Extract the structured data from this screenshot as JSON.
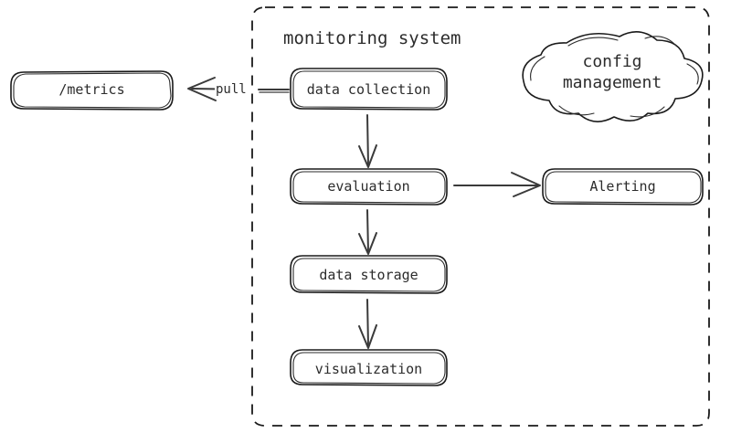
{
  "diagram": {
    "type": "flowchart",
    "style": "hand-drawn sketch",
    "background_color": "#ffffff",
    "stroke_color": "#1a1a1a",
    "text_color": "#2c2c2c"
  },
  "group": {
    "label": "monitoring system",
    "border_style": "dashed",
    "shape": "rounded-rectangle"
  },
  "nodes": {
    "metrics": {
      "label": "/metrics",
      "shape": "rounded-rectangle"
    },
    "data_collection": {
      "label": "data collection",
      "shape": "rounded-rectangle"
    },
    "evaluation": {
      "label": "evaluation",
      "shape": "rounded-rectangle"
    },
    "data_storage": {
      "label": "data storage",
      "shape": "rounded-rectangle"
    },
    "visualization": {
      "label": "visualization",
      "shape": "rounded-rectangle"
    },
    "alerting": {
      "label": "Alerting",
      "shape": "rounded-rectangle"
    },
    "config_management": {
      "label": "config\nmanagement",
      "line1": "config",
      "line2": "management",
      "shape": "cloud"
    }
  },
  "edges": [
    {
      "from": "data collection",
      "to": "/metrics",
      "label": "pull",
      "direction": "left"
    },
    {
      "from": "data collection",
      "to": "evaluation",
      "label": "",
      "direction": "down"
    },
    {
      "from": "evaluation",
      "to": "Alerting",
      "label": "",
      "direction": "right"
    },
    {
      "from": "evaluation",
      "to": "data storage",
      "label": "",
      "direction": "down"
    },
    {
      "from": "data storage",
      "to": "visualization",
      "label": "",
      "direction": "down"
    }
  ]
}
